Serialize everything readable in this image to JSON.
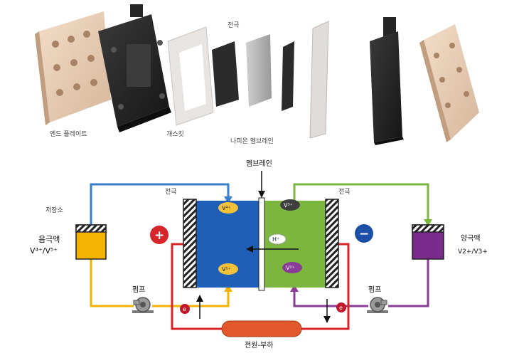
{
  "top_labels": {
    "electrode": "전극",
    "end_plate": "엔드 플레이트",
    "gasket": "개스킷",
    "nafion_membrane": "나피온 멤브레인"
  },
  "diagram_labels": {
    "membrane": "멤브레인",
    "electrode_left": "전극",
    "electrode_right": "전극",
    "reservoir": "저장소",
    "anolyte": "음극액",
    "anolyte_species": "V⁴⁺/V⁵⁺",
    "catholyte": "양극액",
    "catholyte_species": "V2+/V3+",
    "pump_left": "펌프",
    "pump_right": "펌프",
    "power_load": "전원-부하"
  },
  "ions": {
    "v4": "V⁴⁺",
    "v5": "V⁵⁺",
    "v3": "V³⁺",
    "v2": "V²⁺",
    "h": "H⁺"
  },
  "electron": "e",
  "signs": {
    "positive": "+",
    "negative": "−"
  },
  "colors": {
    "anolyte": "#f2b400",
    "catholyte": "#7a2a8a",
    "positive_cell": "#1f5fb8",
    "negative_cell": "#7cb63f",
    "positive_sign": "#d7262b",
    "negative_sign": "#1b4fa8",
    "circuit": "#d7262b",
    "pipe_blue": "#3a7cc8",
    "pipe_green": "#7cb63f",
    "pipe_yellow": "#f2b400",
    "pipe_purple": "#8a3c96",
    "power_load": "#e2572c"
  }
}
